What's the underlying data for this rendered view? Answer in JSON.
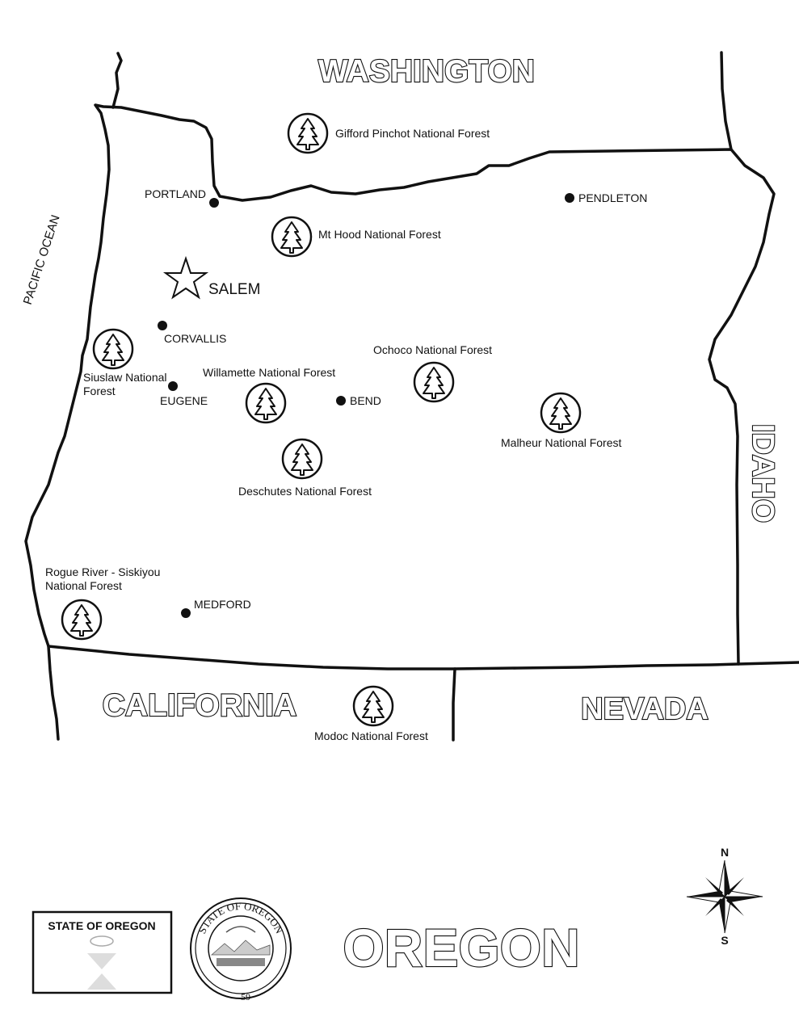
{
  "neighbors": {
    "washington": "WASHINGTON",
    "idaho": "IDAHO",
    "california": "CALIFORNIA",
    "nevada": "NEVADA"
  },
  "ocean": "PACIFIC OCEAN",
  "capital": "SALEM",
  "cities": {
    "portland": "PORTLAND",
    "pendleton": "PENDLETON",
    "corvallis": "CORVALLIS",
    "eugene": "EUGENE",
    "bend": "BEND",
    "medford": "MEDFORD"
  },
  "forests": {
    "gifford_pinchot": "Gifford Pinchot National Forest",
    "mt_hood": "Mt Hood National Forest",
    "siuslaw_line1": "Siuslaw National",
    "siuslaw_line2": "Forest",
    "willamette": "Willamette National Forest",
    "ochoco": "Ochoco National Forest",
    "malheur": "Malheur National Forest",
    "deschutes": "Deschutes National Forest",
    "rogue_line1": "Rogue River - Siskiyou",
    "rogue_line2": "National Forest",
    "modoc": "Modoc National Forest"
  },
  "compass": {
    "north": "N",
    "south": "S"
  },
  "flag_text": "STATE OF OREGON",
  "seal": {
    "top_text": "STATE OF OREGON",
    "year_fragment": "59"
  },
  "title": "OREGON",
  "icons": [
    "tree-icon",
    "star-icon",
    "city-dot-icon",
    "compass-rose-icon"
  ]
}
